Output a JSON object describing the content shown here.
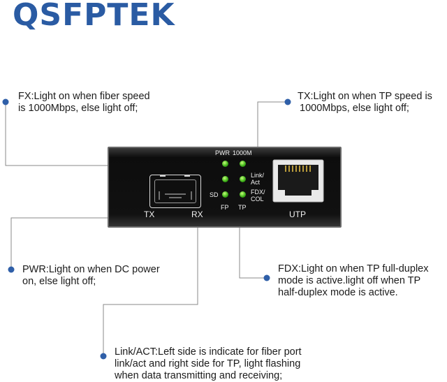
{
  "brand": {
    "logo": "QSFPTEK"
  },
  "device": {
    "labels": {
      "pwr": "PWR",
      "m1000": "1000M",
      "link_act_1": "Link/",
      "link_act_2": "Act",
      "fdx_col_1": "FDX/",
      "fdx_col_2": "COL",
      "sd": "SD",
      "fp": "FP",
      "tp": "TP",
      "tx": "TX",
      "rx": "RX",
      "utp": "UTP"
    },
    "led_color": "#3fb31a"
  },
  "callouts": {
    "fx": {
      "lines": [
        "FX:Light on when fiber speed",
        "is 1000Mbps, else light off;"
      ]
    },
    "tx": {
      "lines": [
        "TX:Light on when TP speed is",
        "1000Mbps, else light off;"
      ]
    },
    "pwr": {
      "lines": [
        "PWR:Light on when DC power",
        "on, else light off;"
      ]
    },
    "fdx": {
      "lines": [
        "FDX:Light on when TP full-duplex",
        "mode is active.light off when TP",
        "half-duplex mode is active."
      ]
    },
    "link": {
      "lines": [
        "Link/ACT:Left side is indicate for fiber port",
        "link/act and right side for TP, light flashing",
        "when data transmitting and receiving;"
      ]
    }
  },
  "colors": {
    "brand": "#2a5ba3",
    "connector": "#2f5fa8"
  }
}
